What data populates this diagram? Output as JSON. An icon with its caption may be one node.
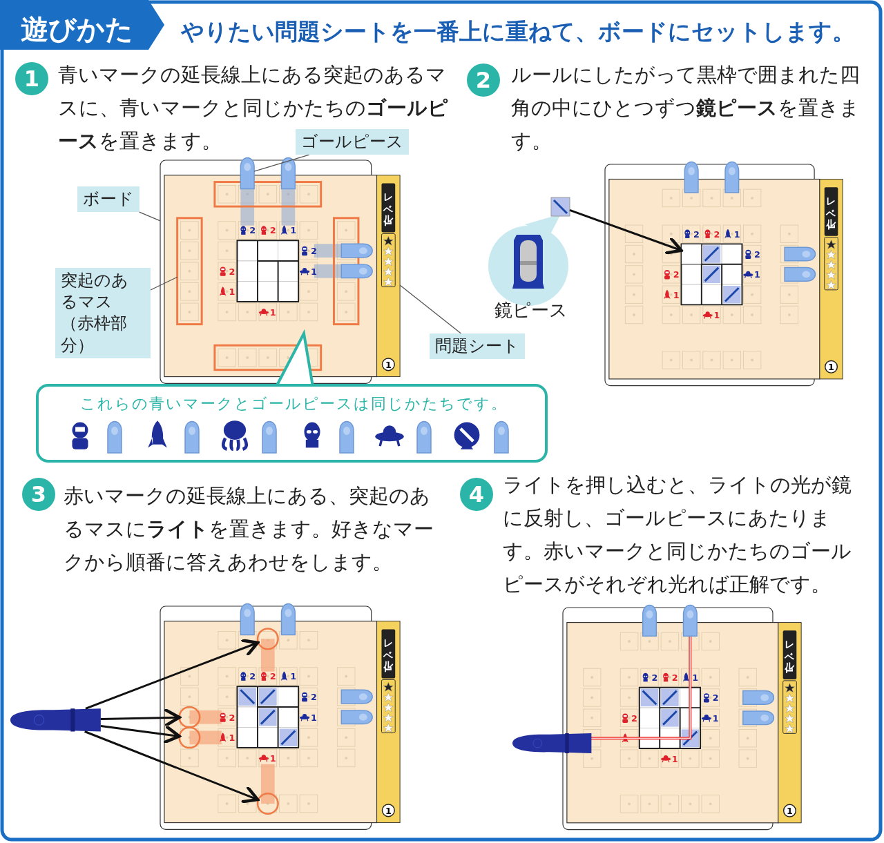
{
  "diagram": {
    "title": "遊びかた",
    "nodes": [
      {
        "text": [
          "ゴールピース"
        ]
      },
      {
        "text": [],
        "shape": "picture"
      },
      {
        "text": [],
        "shape": "picture",
        "in": 1
      },
      {
        "text": [
          "ボード"
        ]
      },
      {
        "text": [],
        "shape": "box",
        "in": 1
      },
      {
        "text": [
          "突起のあるマス（赤枠部分）"
        ]
      },
      {
        "text": [],
        "shape": "bar"
      },
      {
        "text": [
          "問題シート"
        ]
      },
      {
        "text": [],
        "shape": "picture"
      },
      {
        "text": [],
        "shape": "picture"
      },
      {
        "text": [],
        "shape": "box",
        "in": 9
      },
      {
        "text": [],
        "shape": "picture"
      },
      {
        "text": [],
        "shape": "picture"
      },
      {
        "text": [],
        "shape": "circle",
        "in": 12
      },
      {
        "text": [],
        "shape": "circle",
        "in": 12
      },
      {
        "text": [],
        "shape": "circle",
        "in": 12
      },
      {
        "text": [],
        "shape": "circle",
        "in": 12
      },
      {
        "text": [],
        "shape": "box",
        "in": 1
      },
      {
        "text": [],
        "shape": "box",
        "in": 1
      },
      {
        "text": [],
        "shape": "box",
        "in": 1
      },
      {
        "text": [],
        "shape": "bar"
      },
      {
        "text": [],
        "shape": "bar"
      },
      {
        "text": [],
        "shape": "bar"
      }
    ],
    "edges": [
      {
        "from": 0,
        "to": 2,
        "arrow": "none"
      },
      {
        "from": 3,
        "to": 1,
        "arrow": "none"
      },
      {
        "from": 5,
        "to": 4,
        "arrow": "none"
      },
      {
        "from": 7,
        "to": 6,
        "arrow": "none"
      },
      {
        "from": 8,
        "to": 10,
        "arrow": "to"
      },
      {
        "from": 11,
        "to": 13,
        "arrow": "to"
      },
      {
        "from": 11,
        "to": 14,
        "arrow": "to"
      },
      {
        "from": 11,
        "to": 15,
        "arrow": "to"
      },
      {
        "from": 11,
        "to": 16,
        "arrow": "to"
      }
    ],
    "labels": [
      "やりたい問題シートを一番上に重ねて、ボードにセットします。",
      "1",
      "青いマークの延長線上にある突起のあるマスに、青いマークと同じかたちの**ゴールピース**を置きます。",
      "2",
      "ルールにしたがって黒枠で囲まれた四角の中にひとつずつ**鏡ピース**を置きます。",
      "2",
      "2",
      "1",
      "2",
      "2",
      "1",
      "1",
      "1",
      "レベル1",
      "1",
      "2",
      "2",
      "1",
      "2",
      "2",
      "1",
      "1",
      "1",
      "レベル1",
      "1",
      "鏡ピース",
      "これらの青いマークとゴールピースは同じかたちです。",
      "3",
      "赤いマークの延長線上にある、突起のあるマスに**ライト**を置きます。好きなマークから順番に答えあわせをします。",
      "4",
      "ライトを押し込むと、ライトの光が鏡に反射し、ゴールピースにあたります。赤いマークと同じかたちのゴールピースがそれぞれ光れば正解です。",
      "2",
      "2",
      "1",
      "2",
      "2",
      "1",
      "1",
      "1",
      "レベル1",
      "1",
      "2",
      "2",
      "1",
      "2",
      "2",
      "1",
      "1",
      "レベル1",
      "1"
    ]
  }
}
